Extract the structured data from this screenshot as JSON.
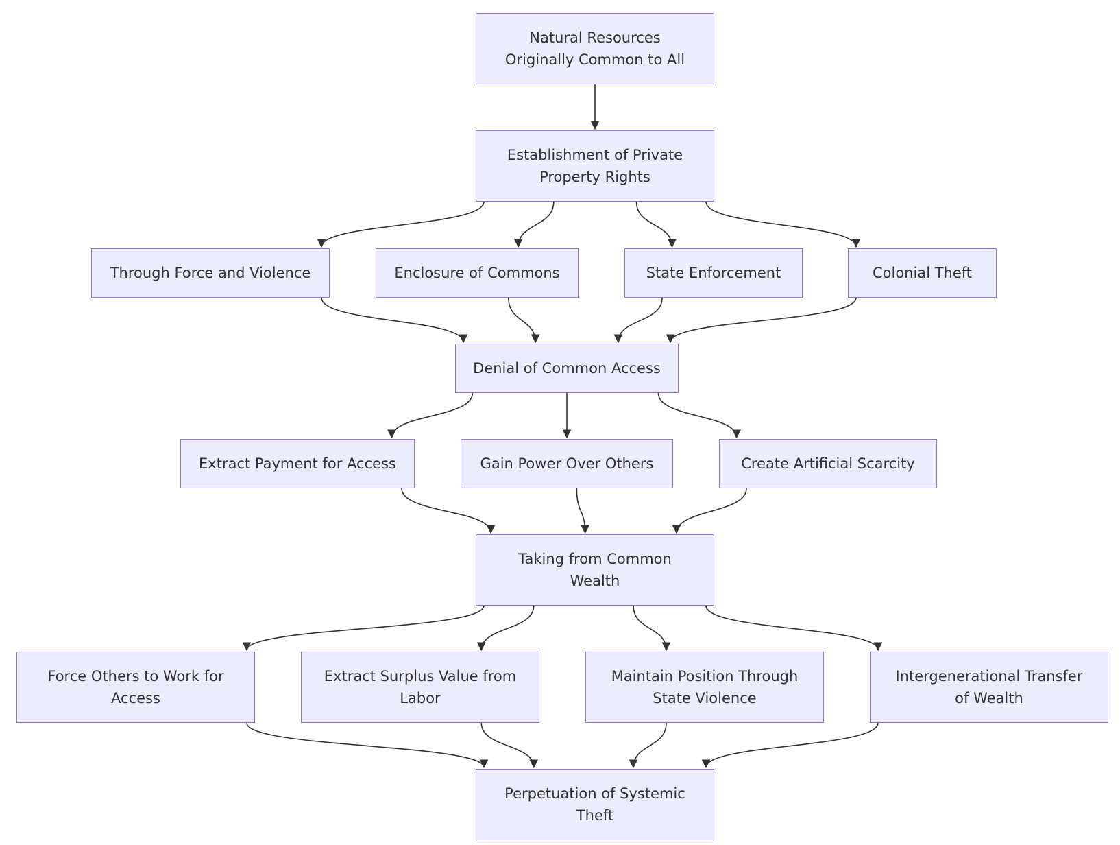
{
  "diagram": {
    "nodes": [
      {
        "id": "A",
        "label": "Natural Resources\nOriginally Common to All"
      },
      {
        "id": "B",
        "label": "Establishment of Private\nProperty Rights"
      },
      {
        "id": "C",
        "label": "Through Force and Violence"
      },
      {
        "id": "D",
        "label": "Enclosure of Commons"
      },
      {
        "id": "E",
        "label": "State Enforcement"
      },
      {
        "id": "F",
        "label": "Colonial Theft"
      },
      {
        "id": "G",
        "label": "Denial of Common Access"
      },
      {
        "id": "H",
        "label": "Extract Payment for Access"
      },
      {
        "id": "I",
        "label": "Gain Power Over Others"
      },
      {
        "id": "J",
        "label": "Create Artificial Scarcity"
      },
      {
        "id": "K",
        "label": "Taking from Common\nWealth"
      },
      {
        "id": "L",
        "label": "Force Others to Work for\nAccess"
      },
      {
        "id": "M",
        "label": "Extract Surplus Value from\nLabor"
      },
      {
        "id": "N",
        "label": "Maintain Position Through\nState Violence"
      },
      {
        "id": "O",
        "label": "Intergenerational Transfer\nof Wealth"
      },
      {
        "id": "P",
        "label": "Perpetuation of Systemic\nTheft"
      }
    ],
    "edges": [
      [
        "A",
        "B"
      ],
      [
        "B",
        "C"
      ],
      [
        "B",
        "D"
      ],
      [
        "B",
        "E"
      ],
      [
        "B",
        "F"
      ],
      [
        "C",
        "G"
      ],
      [
        "D",
        "G"
      ],
      [
        "E",
        "G"
      ],
      [
        "F",
        "G"
      ],
      [
        "G",
        "H"
      ],
      [
        "G",
        "I"
      ],
      [
        "G",
        "J"
      ],
      [
        "H",
        "K"
      ],
      [
        "I",
        "K"
      ],
      [
        "J",
        "K"
      ],
      [
        "K",
        "L"
      ],
      [
        "K",
        "M"
      ],
      [
        "K",
        "N"
      ],
      [
        "K",
        "O"
      ],
      [
        "L",
        "P"
      ],
      [
        "M",
        "P"
      ],
      [
        "N",
        "P"
      ],
      [
        "O",
        "P"
      ]
    ],
    "colors": {
      "node_fill": "#ECECFF",
      "node_border": "#9370DB",
      "edge": "#333333",
      "text": "#333333"
    }
  }
}
